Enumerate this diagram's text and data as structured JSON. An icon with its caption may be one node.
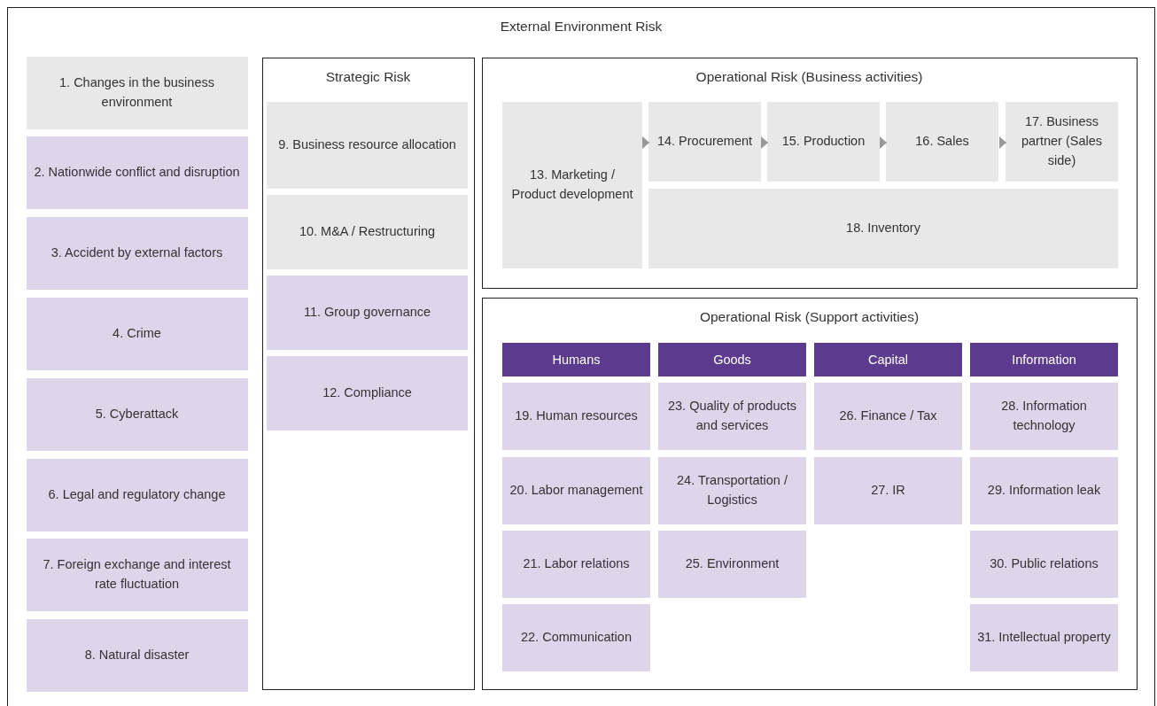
{
  "diagram": {
    "nodes": [
      {
        "text": [
          "External Environment Risk"
        ]
      },
      {
        "text": [
          "1. Changes in the business environment"
        ],
        "in": 0
      },
      {
        "text": [
          "2. Nationwide conflict and disruption"
        ],
        "in": 0
      },
      {
        "text": [
          "3. Accident by external factors"
        ],
        "in": 0
      },
      {
        "text": [
          "4. Crime"
        ],
        "in": 0
      },
      {
        "text": [
          "5. Cyberattack"
        ],
        "in": 0
      },
      {
        "text": [
          "6. Legal and regulatory change"
        ],
        "in": 0
      },
      {
        "text": [
          "7. Foreign exchange and interest rate fluctuation"
        ],
        "in": 0
      },
      {
        "text": [
          "8. Natural disaster"
        ],
        "in": 0
      },
      {
        "text": [
          "Strategic Risk"
        ],
        "in": 0
      },
      {
        "text": [
          "9. Business resource allocation"
        ],
        "in": 9
      },
      {
        "text": [
          "10. M&A / Restructuring"
        ],
        "in": 9
      },
      {
        "text": [
          "11. Group governance"
        ],
        "in": 9
      },
      {
        "text": [
          "12. Compliance"
        ],
        "in": 9
      },
      {
        "text": [
          "Operational Risk (Business activities)"
        ],
        "in": 0
      },
      {
        "text": [
          "13. Marketing / Product development"
        ],
        "in": 14
      },
      {
        "text": [
          "14. Procurement"
        ],
        "in": 14
      },
      {
        "text": [
          "15. Production"
        ],
        "in": 14
      },
      {
        "text": [
          "16. Sales"
        ],
        "in": 14
      },
      {
        "text": [
          "17. Business partner (Sales side)"
        ],
        "in": 14
      },
      {
        "text": [
          "18. Inventory"
        ],
        "in": 14
      },
      {
        "text": [
          "Operational Risk (Support activities)"
        ],
        "in": 0
      },
      {
        "text": [
          "Humans"
        ],
        "in": 21
      },
      {
        "text": [
          "Goods"
        ],
        "in": 21
      },
      {
        "text": [
          "Capital"
        ],
        "in": 21
      },
      {
        "text": [
          "Information"
        ],
        "in": 21
      },
      {
        "text": [
          "19. Human resources"
        ],
        "in": 21
      },
      {
        "text": [
          "20. Labor management"
        ],
        "in": 21
      },
      {
        "text": [
          "21. Labor relations"
        ],
        "in": 21
      },
      {
        "text": [
          "22. Communication"
        ],
        "in": 21
      },
      {
        "text": [
          "23. Quality of products and services"
        ],
        "in": 21
      },
      {
        "text": [
          "24. Transportation / Logistics"
        ],
        "in": 21
      },
      {
        "text": [
          "25. Environment"
        ],
        "in": 21
      },
      {
        "text": [
          "26. Finance / Tax"
        ],
        "in": 21
      },
      {
        "text": [
          "27. IR"
        ],
        "in": 21
      },
      {
        "text": [
          "28. Information technology"
        ],
        "in": 21
      },
      {
        "text": [
          "29. Information leak"
        ],
        "in": 21
      },
      {
        "text": [
          "30. Public relations"
        ],
        "in": 21
      },
      {
        "text": [
          "31. Intellectual property"
        ],
        "in": 21
      }
    ],
    "edges": [
      {
        "from": 15,
        "to": 16,
        "arrow": "to"
      },
      {
        "from": 16,
        "to": 17,
        "arrow": "to"
      },
      {
        "from": 17,
        "to": 18,
        "arrow": "to"
      },
      {
        "from": 18,
        "to": 19,
        "arrow": "to"
      }
    ]
  }
}
